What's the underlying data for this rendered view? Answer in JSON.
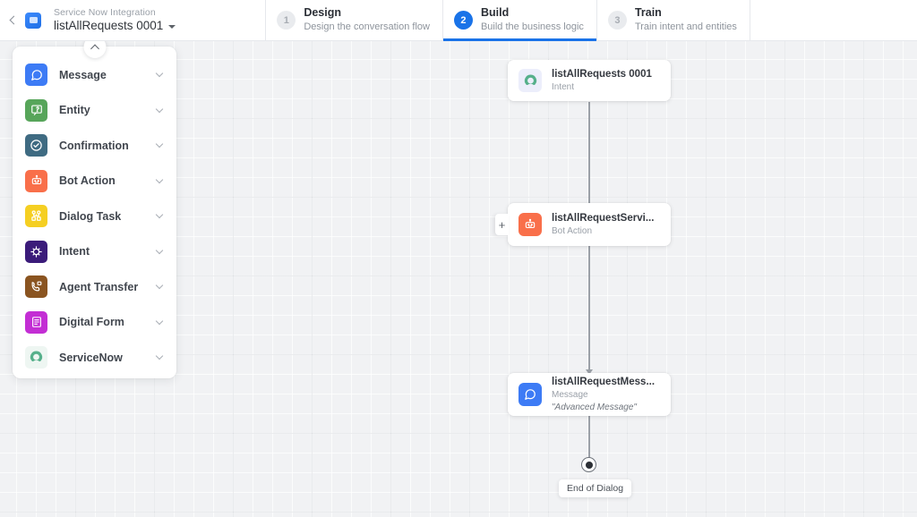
{
  "header": {
    "back_icon": "back-chevron-icon",
    "app_icon": "app-logo-icon",
    "project_subtitle": "Service Now Integration",
    "project_title": "listAllRequests 0001",
    "tabs": [
      {
        "num": "1",
        "title": "Design",
        "desc": "Design the conversation flow",
        "active": false
      },
      {
        "num": "2",
        "title": "Build",
        "desc": "Build the business logic",
        "active": true
      },
      {
        "num": "3",
        "title": "Train",
        "desc": "Train intent and entities",
        "active": false
      }
    ]
  },
  "sidebar": {
    "collapse_icon": "chevron-up-icon",
    "items": [
      {
        "label": "Message",
        "icon": "message-icon",
        "color": "#3d7bf5"
      },
      {
        "label": "Entity",
        "icon": "entity-icon",
        "color": "#57a55a"
      },
      {
        "label": "Confirmation",
        "icon": "confirmation-icon",
        "color": "#3f6b82"
      },
      {
        "label": "Bot Action",
        "icon": "bot-action-icon",
        "color": "#f96f4a"
      },
      {
        "label": "Dialog Task",
        "icon": "dialog-task-icon",
        "color": "#f5cf22"
      },
      {
        "label": "Intent",
        "icon": "intent-icon",
        "color": "#3b1b7a"
      },
      {
        "label": "Agent Transfer",
        "icon": "agent-transfer-icon",
        "color": "#8a5420"
      },
      {
        "label": "Digital Form",
        "icon": "digital-form-icon",
        "color": "#c32ed4"
      },
      {
        "label": "ServiceNow",
        "icon": "servicenow-icon",
        "color": "#56b08b"
      }
    ]
  },
  "flow": {
    "nodes": [
      {
        "title": "listAllRequests 0001",
        "subtitle": "Intent",
        "extra": "",
        "icon": "servicenow-icon",
        "color": "#56b08b"
      },
      {
        "title": "listAllRequestServi...",
        "subtitle": "Bot Action",
        "extra": "",
        "icon": "bot-action-icon",
        "color": "#f96f4a"
      },
      {
        "title": "listAllRequestMess...",
        "subtitle": "Message",
        "extra": "\"Advanced Message\"",
        "icon": "message-icon",
        "color": "#3d7bf5"
      }
    ],
    "add_button_label": "+",
    "end_label": "End of Dialog"
  },
  "colors": {
    "accent": "#1a73e8",
    "canvas": "#f1f2f4",
    "connector": "#9ba0a7"
  }
}
